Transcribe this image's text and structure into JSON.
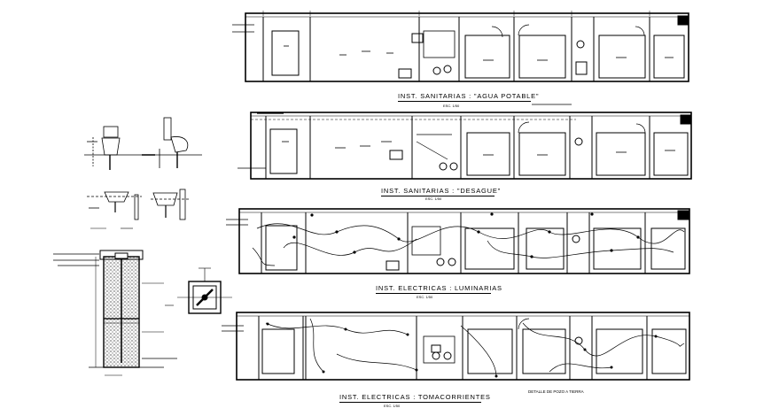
{
  "drawing": {
    "plans": [
      {
        "title": "INST. SANITARIAS  :  \"AGUA POTABLE\"",
        "scale": "ESC. 1/50"
      },
      {
        "title": "INST. SANITARIAS  :  \"DESAGUE\"",
        "scale": "ESC. 1/50"
      },
      {
        "title": "INST. ELECTRICAS  : LUMINARIAS",
        "scale": "ESC. 1/50"
      },
      {
        "title": "INST. ELECTRICAS  :  TOMACORRIENTES",
        "scale": "ESC. 1/50"
      }
    ],
    "detail_label": "DETALLE DE POZO A TIERRA"
  },
  "colors": {
    "ink": "#000000",
    "paper": "#ffffff"
  }
}
